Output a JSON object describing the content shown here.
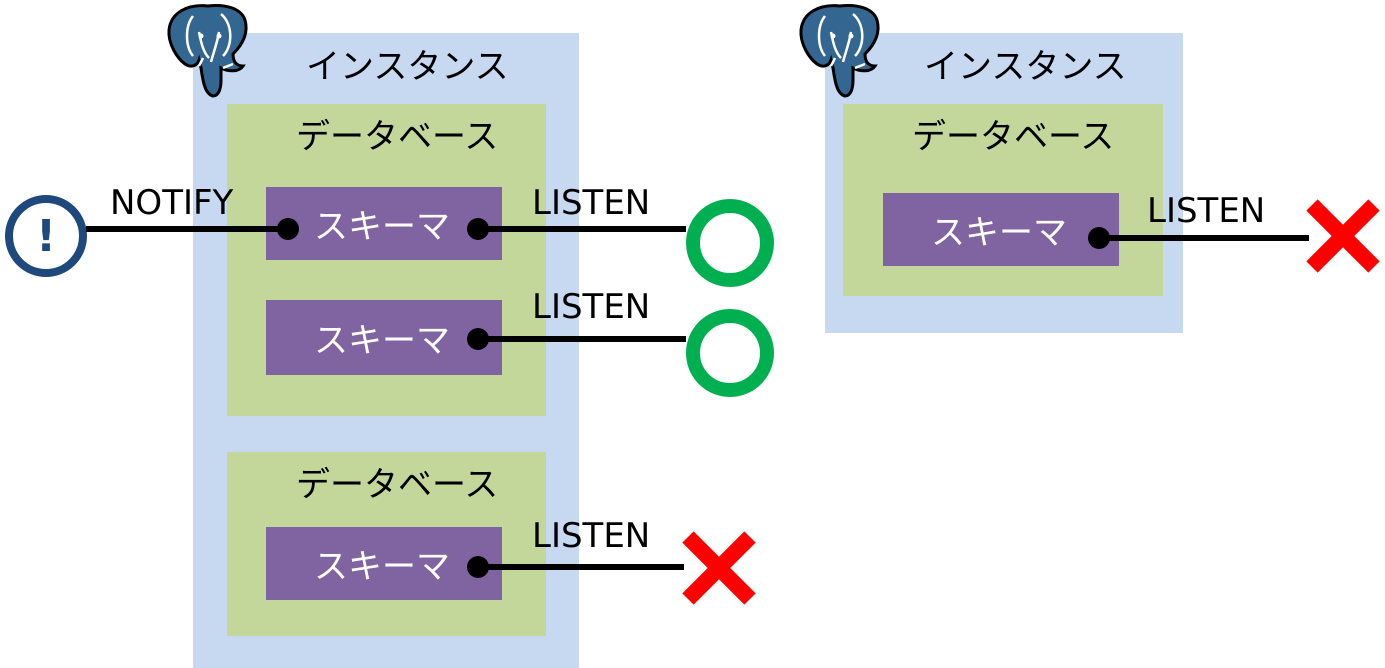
{
  "colors": {
    "instance": "#c6d9f0",
    "database": "#c4d79b",
    "schema": "#8064a2",
    "notify": "#1f497d",
    "ok": "#00b050",
    "ng": "#ff0000",
    "elephant": "#336791"
  },
  "left_instance": {
    "label": "インスタンス",
    "icon": "postgresql-elephant-icon",
    "databases": [
      {
        "label": "データベース",
        "schemas": [
          {
            "label": "スキーマ",
            "notify": "NOTIFY",
            "listen": "LISTEN",
            "result": "ok"
          },
          {
            "label": "スキーマ",
            "listen": "LISTEN",
            "result": "ok"
          }
        ]
      },
      {
        "label": "データベース",
        "schemas": [
          {
            "label": "スキーマ",
            "listen": "LISTEN",
            "result": "ng"
          }
        ]
      }
    ]
  },
  "right_instance": {
    "label": "インスタンス",
    "icon": "postgresql-elephant-icon",
    "databases": [
      {
        "label": "データベース",
        "schemas": [
          {
            "label": "スキーマ",
            "listen": "LISTEN",
            "result": "ng"
          }
        ]
      }
    ]
  },
  "notify_icon": {
    "glyph": "!",
    "name": "exclamation-icon"
  },
  "ok_icon": {
    "name": "circle-ok-icon"
  },
  "ng_icon": {
    "name": "cross-ng-icon"
  }
}
